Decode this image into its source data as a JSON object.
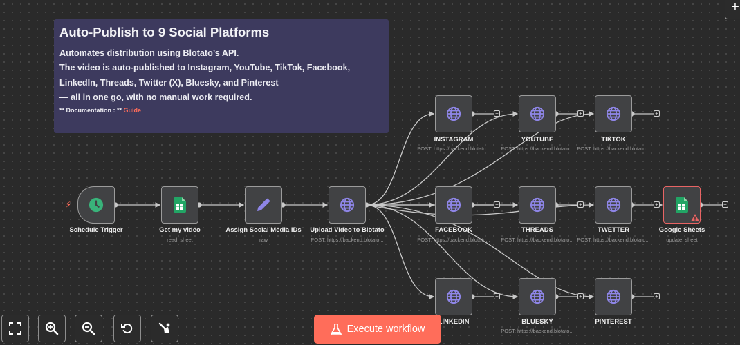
{
  "note": {
    "title": "Auto-Publish to 9 Social Platforms",
    "line1": "Automates distribution using Blotato’s API.",
    "line2": "The video is auto-published to Instagram, YouTube, TikTok, Facebook,",
    "line3": "LinkedIn, Threads, Twitter (X), Bluesky, and Pinterest",
    "line4": "— all in one go, with no manual work required.",
    "doc_prefix": "** Documentation : ** ",
    "doc_link": "Guide"
  },
  "nodes": {
    "schedule": {
      "label": "Schedule Trigger",
      "icon": "clock-icon",
      "color": "#39b37a"
    },
    "get_video": {
      "label": "Get my video",
      "sub": "read: sheet",
      "icon": "google-sheets-icon"
    },
    "assign": {
      "label": "Assign Social Media IDs",
      "sub": "raw",
      "icon": "pencil-icon"
    },
    "upload": {
      "label": "Upload Video to Blotato",
      "sub": "POST: https://backend.blotato...",
      "icon": "globe-icon"
    },
    "instagram": {
      "label": "INSTAGRAM",
      "sub": "POST: https://backend.blotato...",
      "icon": "globe-icon"
    },
    "youtube": {
      "label": "YOUTUBE",
      "sub": "POST: https://backend.blotato...",
      "icon": "globe-icon"
    },
    "tiktok": {
      "label": "TIKTOK",
      "sub": "POST: https://backend.blotato...",
      "icon": "globe-icon"
    },
    "facebook": {
      "label": "FACEBOOK",
      "sub": "POST: https://backend.blotato...",
      "icon": "globe-icon"
    },
    "threads": {
      "label": "THREADS",
      "sub": "POST: https://backend.blotato...",
      "icon": "globe-icon"
    },
    "twitter": {
      "label": "TWETTER",
      "sub": "POST: https://backend.blotato...",
      "icon": "globe-icon"
    },
    "sheets": {
      "label": "Google Sheets",
      "sub": "update: sheet",
      "icon": "google-sheets-icon"
    },
    "linkedin": {
      "label": "LINKEDIN",
      "icon": "globe-icon"
    },
    "bluesky": {
      "label": "BLUESKY",
      "sub": "POST: https://backend.blotato...",
      "icon": "globe-icon"
    },
    "pinterest": {
      "label": "PINTEREST",
      "icon": "globe-icon"
    }
  },
  "controls": {
    "execute_label": "Execute workflow",
    "icons": [
      "fit-view-icon",
      "zoom-in-icon",
      "zoom-out-icon",
      "undo-icon",
      "tidy-up-icon"
    ]
  },
  "add_symbol": "+",
  "colors": {
    "accent": "#ff6d5a",
    "globe": "#8f86e8",
    "sheets": "#22a565",
    "pencil": "#8f86e8",
    "edge": "#c8c8c8"
  }
}
